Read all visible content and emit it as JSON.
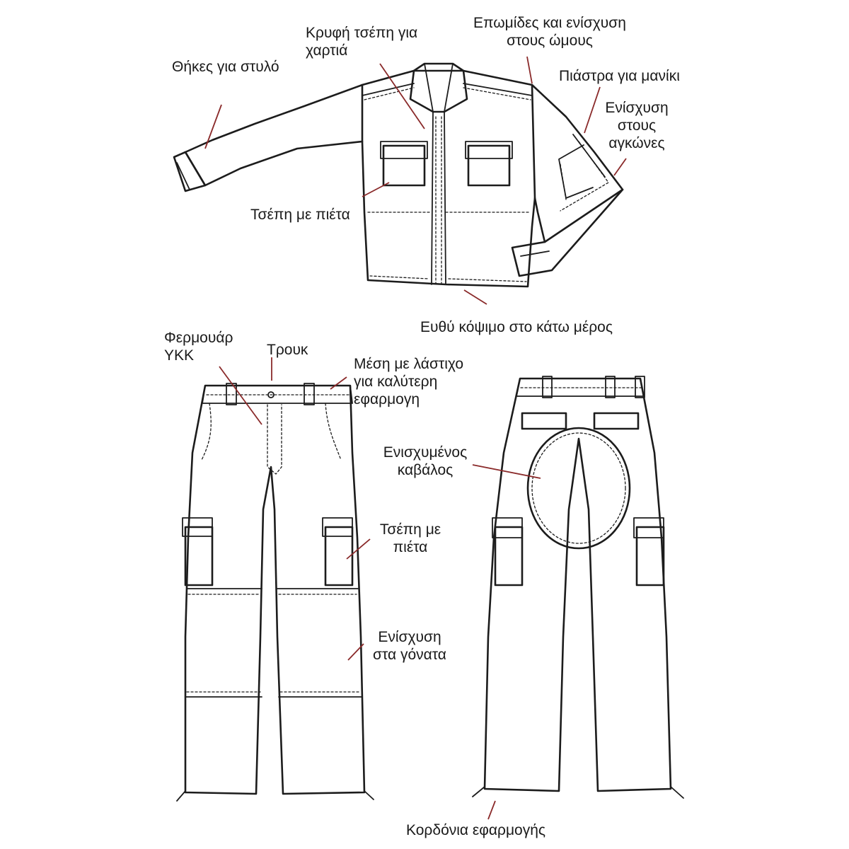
{
  "colors": {
    "line": "#1c1c1c",
    "leader": "#8a2a2a",
    "text": "#1a1a1a"
  },
  "shirt_labels": {
    "pen_pockets": "Θήκες για στυλό",
    "hidden_pocket": [
      "Κρυφή τσέπη για",
      "χαρτιά"
    ],
    "shoulder_epaulettes": [
      "Επωμίδες και ενίσχυση",
      "στους ώμους"
    ],
    "sleeve_tab": "Πιάστρα για μανίκι",
    "elbow_reinforcement": [
      "Ενίσχυση",
      "στους",
      "αγκώνες"
    ],
    "flap_pocket": "Τσέπη με πιέτα",
    "straight_hem": "Ευθύ κόψιμο στο κάτω μέρος"
  },
  "pants_labels": {
    "zipper": [
      "Φερμουάρ",
      "YKK"
    ],
    "snap": "Τρουκ",
    "elastic_waist": [
      "Μέση με λάστιχο",
      "για καλύτερη",
      "εφαρμογη"
    ],
    "reinforced_seat": [
      "Ενισχυμένος",
      "καβάλος"
    ],
    "cargo_pocket": [
      "Τσέπη με",
      "πιέτα"
    ],
    "knee_reinforcement": [
      "Ενίσχυση",
      "στα γόνατα"
    ],
    "drawstrings": "Κορδόνια εφαρμογής"
  }
}
